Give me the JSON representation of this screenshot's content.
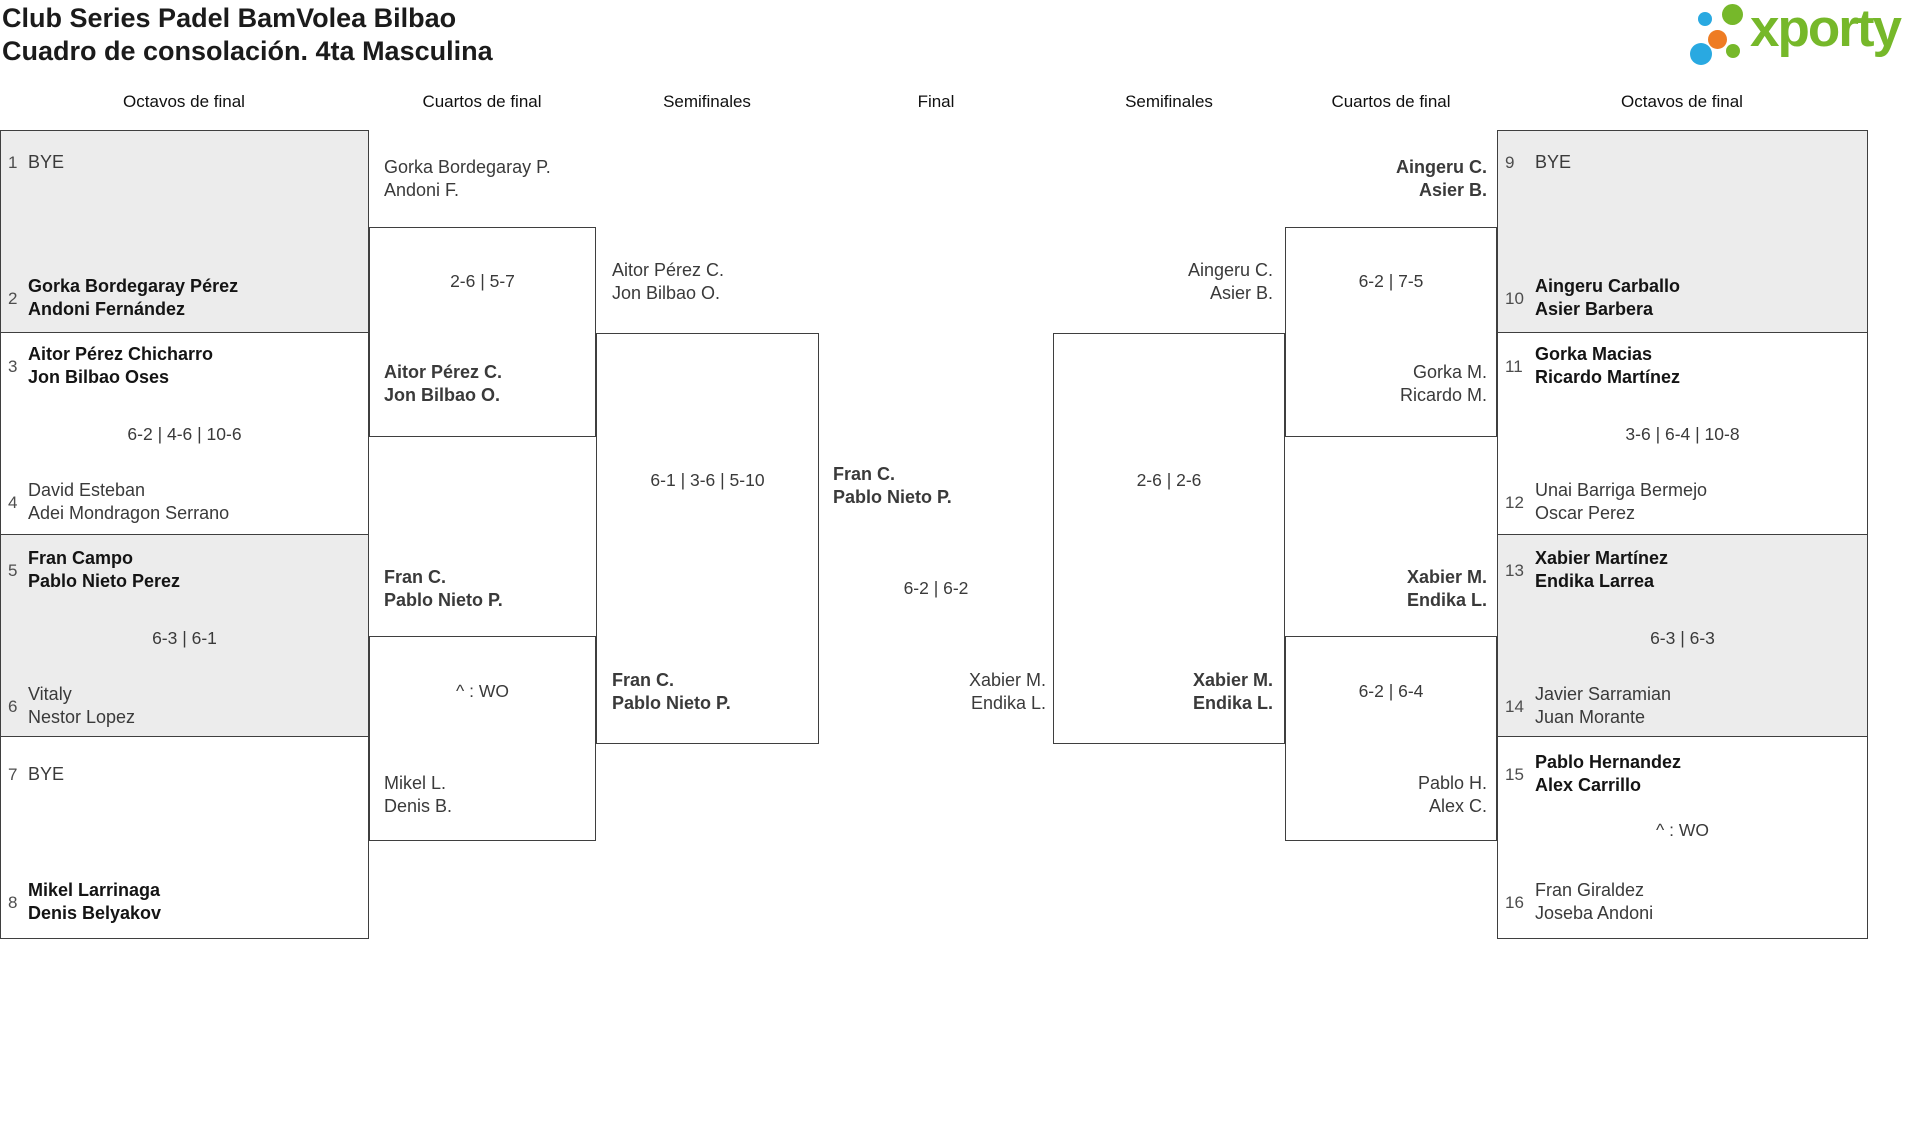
{
  "title": {
    "line1": "Club Series Padel BamVolea Bilbao",
    "line2": "Cuadro de consolación. 4ta Masculina"
  },
  "logo": {
    "text": "xporty"
  },
  "colors": {
    "green": "#76b82a",
    "blue": "#29a9e1",
    "orange": "#ee7c23",
    "panel_gray": "#ececec",
    "line": "#3f3f3f"
  },
  "rounds": {
    "r1l": "Octavos de final",
    "r2l": "Cuartos de final",
    "r3l": "Semifinales",
    "final": "Final",
    "r3r": "Semifinales",
    "r2r": "Cuartos de final",
    "r1r": "Octavos de final"
  },
  "octavos_left": {
    "seeds": [
      {
        "n": "1",
        "l1": "BYE",
        "l2": ""
      },
      {
        "n": "2",
        "l1": "Gorka Bordegaray Pérez",
        "l2": "Andoni Fernández"
      },
      {
        "n": "3",
        "l1": "Aitor Pérez Chicharro",
        "l2": "Jon Bilbao Oses"
      },
      {
        "n": "4",
        "l1": "David Esteban",
        "l2": "Adei Mondragon Serrano"
      },
      {
        "n": "5",
        "l1": "Fran Campo",
        "l2": "Pablo Nieto Perez"
      },
      {
        "n": "6",
        "l1": "Vitaly",
        "l2": "Nestor Lopez"
      },
      {
        "n": "7",
        "l1": "BYE",
        "l2": ""
      },
      {
        "n": "8",
        "l1": "Mikel Larrinaga",
        "l2": "Denis Belyakov"
      }
    ],
    "score_m2": "6-2 | 4-6 | 10-6",
    "score_m3": "6-3 | 6-1"
  },
  "octavos_right": {
    "seeds": [
      {
        "n": "9",
        "l1": "BYE",
        "l2": ""
      },
      {
        "n": "10",
        "l1": "Aingeru Carballo",
        "l2": "Asier Barbera"
      },
      {
        "n": "11",
        "l1": "Gorka Macias",
        "l2": "Ricardo Martínez"
      },
      {
        "n": "12",
        "l1": "Unai Barriga Bermejo",
        "l2": "Oscar Perez"
      },
      {
        "n": "13",
        "l1": "Xabier Martínez",
        "l2": "Endika Larrea"
      },
      {
        "n": "14",
        "l1": "Javier Sarramian",
        "l2": "Juan Morante"
      },
      {
        "n": "15",
        "l1": "Pablo Hernandez",
        "l2": "Alex Carrillo"
      },
      {
        "n": "16",
        "l1": "Fran Giraldez",
        "l2": "Joseba Andoni"
      }
    ],
    "score_m2": "3-6 | 6-4 | 10-8",
    "score_m3": "6-3 | 6-3",
    "score_m4": "^ : WO"
  },
  "cuartos_left": {
    "top": {
      "t1l1": "Gorka Bordegaray P.",
      "t1l2": "Andoni F.",
      "score": "2-6 | 5-7",
      "t2l1": "Aitor Pérez C.",
      "t2l2": "Jon Bilbao O."
    },
    "bottom": {
      "t1l1": "Fran C.",
      "t1l2": "Pablo Nieto P.",
      "score": "^ : WO",
      "t2l1": "Mikel L.",
      "t2l2": "Denis B."
    }
  },
  "cuartos_right": {
    "top": {
      "t1l1": "Aingeru C.",
      "t1l2": "Asier B.",
      "score": "6-2 | 7-5",
      "t2l1": "Gorka M.",
      "t2l2": "Ricardo M."
    },
    "bottom": {
      "t1l1": "Xabier M.",
      "t1l2": "Endika L.",
      "score": "6-2 | 6-4",
      "t2l1": "Pablo H.",
      "t2l2": "Alex C."
    }
  },
  "semis_left": {
    "t1l1": "Aitor Pérez C.",
    "t1l2": "Jon Bilbao O.",
    "score": "6-1 | 3-6 | 5-10",
    "wl1": "Fran C.",
    "wl2": "Pablo Nieto P."
  },
  "semis_right": {
    "t1l1": "Aingeru C.",
    "t1l2": "Asier B.",
    "score": "2-6 | 2-6",
    "wl1": "Xabier M.",
    "wl2": "Endika L."
  },
  "final": {
    "wl1": "Fran C.",
    "wl2": "Pablo Nieto P.",
    "score": "6-2 | 6-2",
    "rl1": "Xabier M.",
    "rl2": "Endika L."
  }
}
